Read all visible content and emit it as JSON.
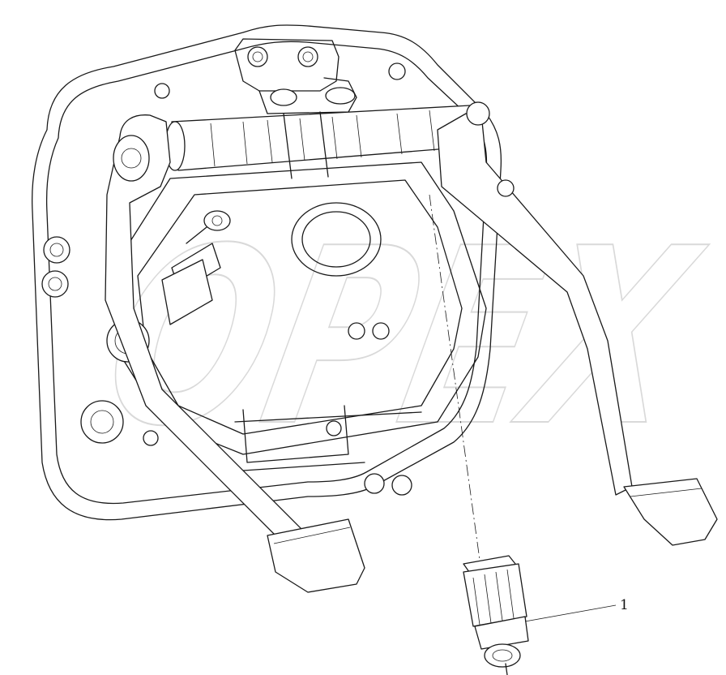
{
  "diagram": {
    "callouts": [
      {
        "label": "1",
        "part": "pedal-switch"
      }
    ],
    "watermark": "OPEX"
  }
}
